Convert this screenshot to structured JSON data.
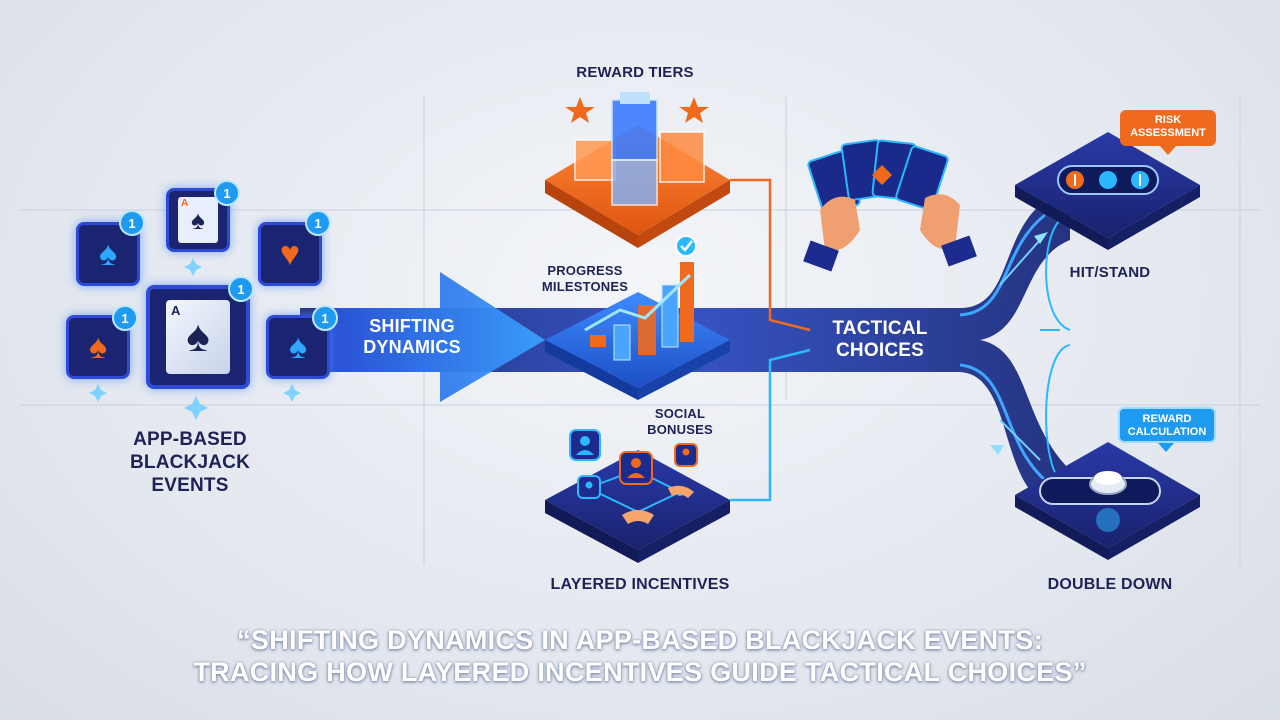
{
  "labels": {
    "app_events": "APP-BASED BLACKJACK EVENTS",
    "shifting_dynamics": "SHIFTING DYNAMICS",
    "reward_tiers": "REWARD TIERS",
    "progress_milestones": "PROGRESS MILESTONES",
    "social_bonuses": "SOCIAL BONUSES",
    "layered_incentives": "LAYERED INCENTIVES",
    "tactical_choices": "TACTICAL CHOICES",
    "hit_stand": "HIT/STAND",
    "double_down": "DOUBLE DOWN",
    "risk_assessment": "RISK ASSESSMENT",
    "reward_calculation": "REWARD CALCULATION"
  },
  "badges": [
    "1",
    "1",
    "1",
    "1",
    "1",
    "1"
  ],
  "cards": {
    "top_card_rank": "A",
    "center_card_rank": "A"
  },
  "title": {
    "line1": "“SHIFTING DYNAMICS IN APP-BASED BLACKJACK EVENTS:",
    "line2": "TRACING HOW LAYERED INCENTIVES GUIDE TACTICAL CHOICES”"
  },
  "colors": {
    "navy": "#1d2356",
    "flow_blue": "#2a3f9e",
    "accent_orange": "#f06a1e",
    "glow_cyan": "#2bb8ff"
  },
  "icons": [
    "spade-icon",
    "heart-icon",
    "star-icon",
    "checkmark-icon",
    "user-icon",
    "handshake-icon",
    "hands-holding-cards-icon",
    "toggle-switch-icon"
  ]
}
